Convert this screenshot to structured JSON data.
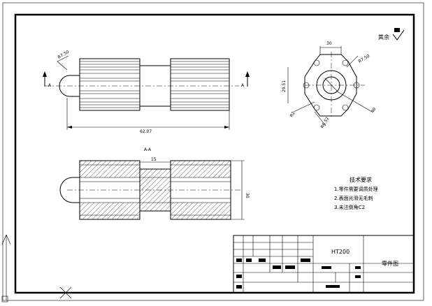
{
  "drawing": {
    "surface_finish": "其余",
    "front_view": {
      "section_mark_left": "A",
      "section_mark_right": "A",
      "chamfer_label": "R7.50",
      "length_dim": "62.07"
    },
    "side_view": {
      "dim_top": "30",
      "dim_left": "29.51",
      "dim_r": "R7.50",
      "dim_br": "40",
      "dim_bl": "R6.52",
      "dim_bl2": "R2"
    },
    "section_view": {
      "title": "A-A",
      "dim_center": "15",
      "dim_right": "30"
    },
    "notes": {
      "title": "技术要求",
      "items": [
        "1.零件需要调质处理",
        "2.表面光滑无毛刺",
        "3.未注倒角C2"
      ]
    },
    "title_block": {
      "material": "HT200",
      "name": "零件图"
    }
  }
}
